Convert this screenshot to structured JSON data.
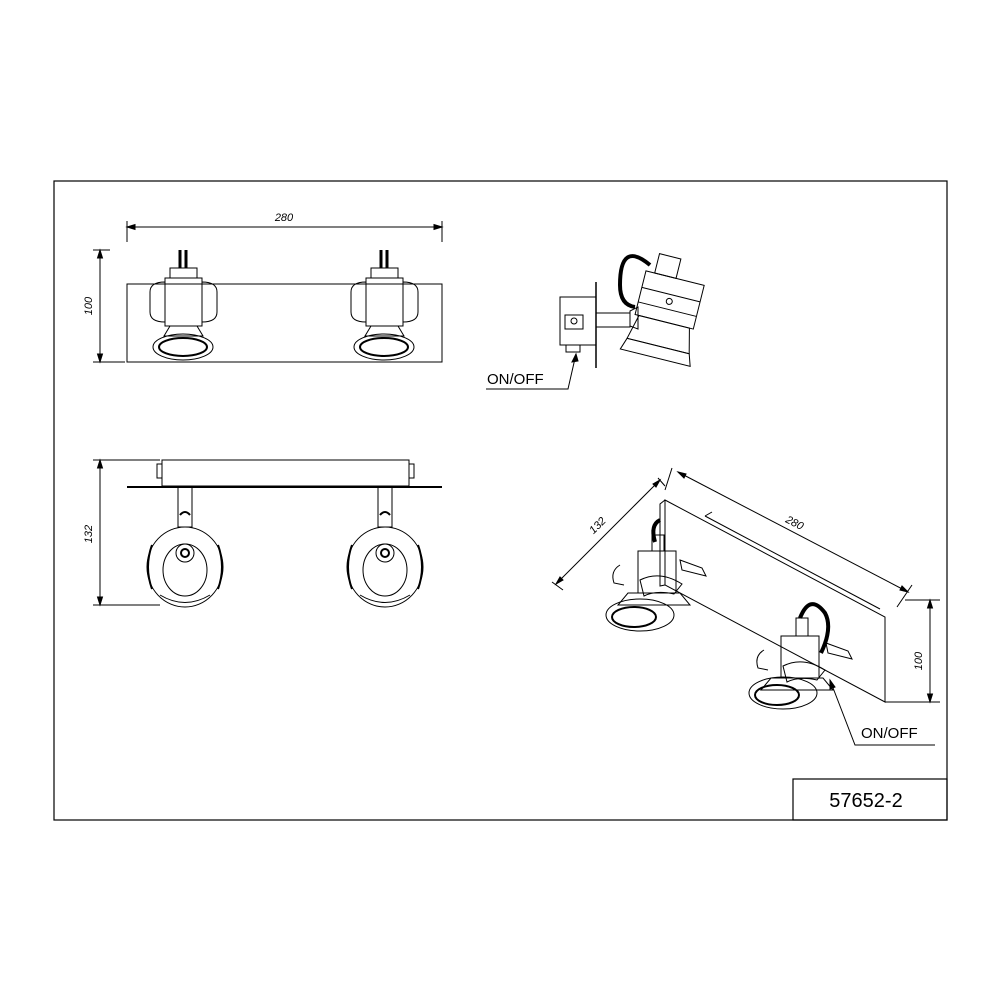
{
  "drawing": {
    "front_view": {
      "width_dim": "280",
      "height_dim": "100"
    },
    "side_view": {
      "switch_label": "ON/OFF"
    },
    "top_view": {
      "depth_dim": "132"
    },
    "iso_view": {
      "width_dim": "280",
      "depth_dim": "132",
      "height_dim": "100",
      "switch_label": "ON/OFF"
    },
    "title_block": {
      "article_number": "57652-2"
    }
  },
  "colors": {
    "line": "#000000",
    "background": "#ffffff"
  }
}
